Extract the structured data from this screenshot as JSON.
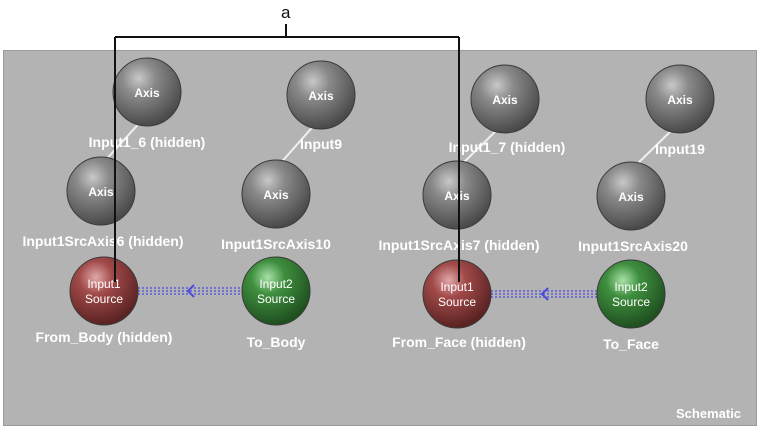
{
  "callout": {
    "label": "a"
  },
  "panel": {
    "title": "Schematic"
  },
  "nodes": [
    {
      "id": "n1",
      "type": "axis",
      "sphere_text": "Axis",
      "label": "Input1_6 (hidden)"
    },
    {
      "id": "n2",
      "type": "axis",
      "sphere_text": "Axis",
      "label": "Input9"
    },
    {
      "id": "n3",
      "type": "axis",
      "sphere_text": "Axis",
      "label": "Input1_7 (hidden)"
    },
    {
      "id": "n4",
      "type": "axis",
      "sphere_text": "Axis",
      "label": "Input19"
    },
    {
      "id": "n5",
      "type": "axis",
      "sphere_text": "Axis",
      "label": "Input1SrcAxis6 (hidden)"
    },
    {
      "id": "n6",
      "type": "axis",
      "sphere_text": "Axis",
      "label": "Input1SrcAxis10"
    },
    {
      "id": "n7",
      "type": "axis",
      "sphere_text": "Axis",
      "label": "Input1SrcAxis7 (hidden)"
    },
    {
      "id": "n8",
      "type": "axis",
      "sphere_text": "Axis",
      "label": "Input1SrcAxis20"
    },
    {
      "id": "n9",
      "type": "source",
      "sphere_text": [
        "Input1",
        "Source"
      ],
      "label": "From_Body (hidden)",
      "color": "#a04848"
    },
    {
      "id": "n10",
      "type": "source",
      "sphere_text": [
        "Input2",
        "Source"
      ],
      "label": "To_Body",
      "color": "#3f8f3f"
    },
    {
      "id": "n11",
      "type": "source",
      "sphere_text": [
        "Input1",
        "Source"
      ],
      "label": "From_Face (hidden)",
      "color": "#a04848"
    },
    {
      "id": "n12",
      "type": "source",
      "sphere_text": [
        "Input2",
        "Source"
      ],
      "label": "To_Face",
      "color": "#3f8f3f"
    }
  ],
  "edges": [
    {
      "from": "n1",
      "to": "n5",
      "style": "solid"
    },
    {
      "from": "n2",
      "to": "n6",
      "style": "solid"
    },
    {
      "from": "n3",
      "to": "n7",
      "style": "solid"
    },
    {
      "from": "n4",
      "to": "n8",
      "style": "solid"
    },
    {
      "from": "n10",
      "to": "n9",
      "style": "dotted-arrow"
    },
    {
      "from": "n12",
      "to": "n11",
      "style": "dotted-arrow"
    }
  ],
  "colors": {
    "axis": "#7a7a7a",
    "red_source": "#a04848",
    "green_source": "#3f8f3f",
    "dotted_link": "#4a4ae0",
    "background": "#b3b3b3"
  }
}
